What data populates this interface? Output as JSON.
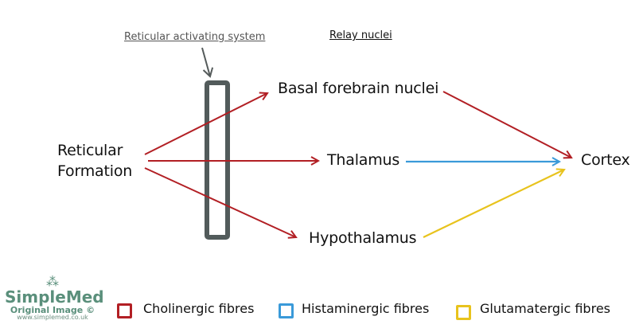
{
  "headers": {
    "ras_label": "Reticular activating system",
    "relay_label": "Relay nuclei"
  },
  "nodes": {
    "reticular_line1": "Reticular",
    "reticular_line2": "Formation",
    "basal": "Basal forebrain nuclei",
    "thalamus": "Thalamus",
    "hypothalamus": "Hypothalamus",
    "cortex": "Cortex"
  },
  "connections": [
    {
      "from": "Reticular Formation",
      "to": "Basal forebrain nuclei",
      "type": "Cholinergic fibres"
    },
    {
      "from": "Reticular Formation",
      "to": "Thalamus",
      "type": "Cholinergic fibres"
    },
    {
      "from": "Reticular Formation",
      "to": "Hypothalamus",
      "type": "Cholinergic fibres"
    },
    {
      "from": "Basal forebrain nuclei",
      "to": "Cortex",
      "type": "Cholinergic fibres"
    },
    {
      "from": "Thalamus",
      "to": "Cortex",
      "type": "Histaminergic fibres"
    },
    {
      "from": "Hypothalamus",
      "to": "Cortex",
      "type": "Glutamatergic fibres"
    }
  ],
  "legend": [
    {
      "label": "Cholinergic fibres",
      "color": "#b21f24"
    },
    {
      "label": "Histaminergic fibres",
      "color": "#3a9ad9"
    },
    {
      "label": "Glutamatergic fibres",
      "color": "#e8c31d"
    }
  ],
  "colors": {
    "cholinergic": "#b21f24",
    "histaminergic": "#3a9ad9",
    "glutamatergic": "#e8c31d",
    "ras_bar": "#525b5b",
    "brand": "#5a8f7b"
  },
  "logo": {
    "icon": "molecule-dots-icon",
    "glyph": "⁂",
    "name": "SimpleMed",
    "subtitle": "Original Image ©",
    "url": "www.simplemed.co.uk"
  }
}
